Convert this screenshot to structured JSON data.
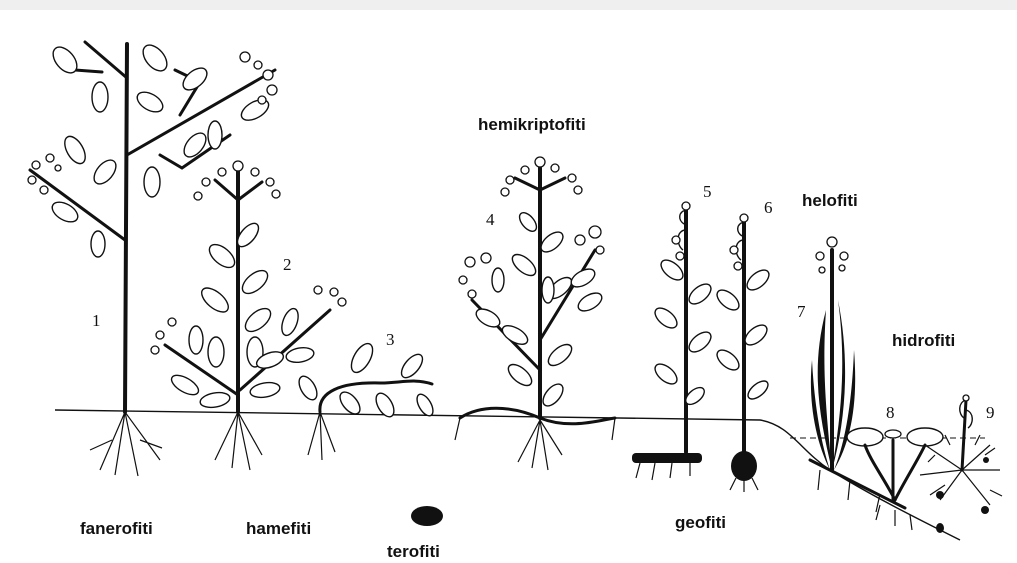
{
  "labels": {
    "fanerofiti": "fanerofiti",
    "hamefiti": "hamefiti",
    "terofiti": "terofiti",
    "hemikriptofiti": "hemikriptofiti",
    "geofiti": "geofiti",
    "helofiti": "helofiti",
    "hidrofiti": "hidrofiti"
  },
  "numbers": [
    "1",
    "2",
    "3",
    "4",
    "5",
    "6",
    "7",
    "8",
    "9"
  ]
}
